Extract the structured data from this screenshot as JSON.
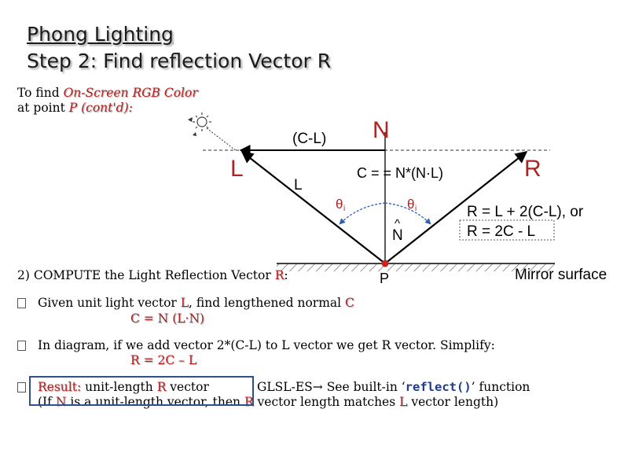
{
  "title": {
    "line1": "Phong Lighting",
    "line2": "Step 2: Find reflection Vector R"
  },
  "intro": {
    "prefix": "To find ",
    "color_term": "On-Screen RGB Color",
    "line2_prefix": "at point ",
    "point_term": "P (cont'd):"
  },
  "diagram": {
    "label_C_minus_L": "(C-L)",
    "label_N": "N",
    "label_L_big": "L",
    "label_L_small": "L",
    "label_R": "R",
    "label_C_eq": "C = = N*(N·L)",
    "label_theta_left": "θ",
    "label_theta_right": "θ",
    "label_theta_sub": "i",
    "label_Nhat": "N",
    "label_hat": "^",
    "label_P": "P",
    "label_mirror": "Mirror surface",
    "eq1": "R = L + 2(C-L), or",
    "eq2": "R = 2C - L"
  },
  "step": {
    "text": "2) COMPUTE the Light Reflection Vector ",
    "vec": "R",
    "colon": ":"
  },
  "bullets": [
    {
      "prefix": "Given unit light vector ",
      "L": "L",
      "mid": ",  find lengthened normal ",
      "C": "C",
      "formula": "C = N (L·N)"
    },
    {
      "text": "In diagram, if we add vector 2*(C-L) to L vector we get R vector.  Simplify:",
      "formula": "R = 2C – L"
    },
    {
      "result": "Result:",
      "unit": "  unit-length ",
      "R": "R",
      "vector": "  vector",
      "glsl": "GLSL-ES",
      "arrow": "→",
      "see": " See built-in ‘",
      "fn": "reflect()",
      "see_end": "’  function",
      "line2_a": "(If ",
      "N": "N",
      "line2_b": " is a unit-length vector, then ",
      "R2": "R",
      "line2_c": " vector length matches ",
      "L2": "L",
      "line2_d": " vector length)"
    }
  ],
  "colors": {
    "accent_red": "#b22222",
    "box_blue": "#2f4f8f",
    "dot_red": "#cc2222"
  }
}
